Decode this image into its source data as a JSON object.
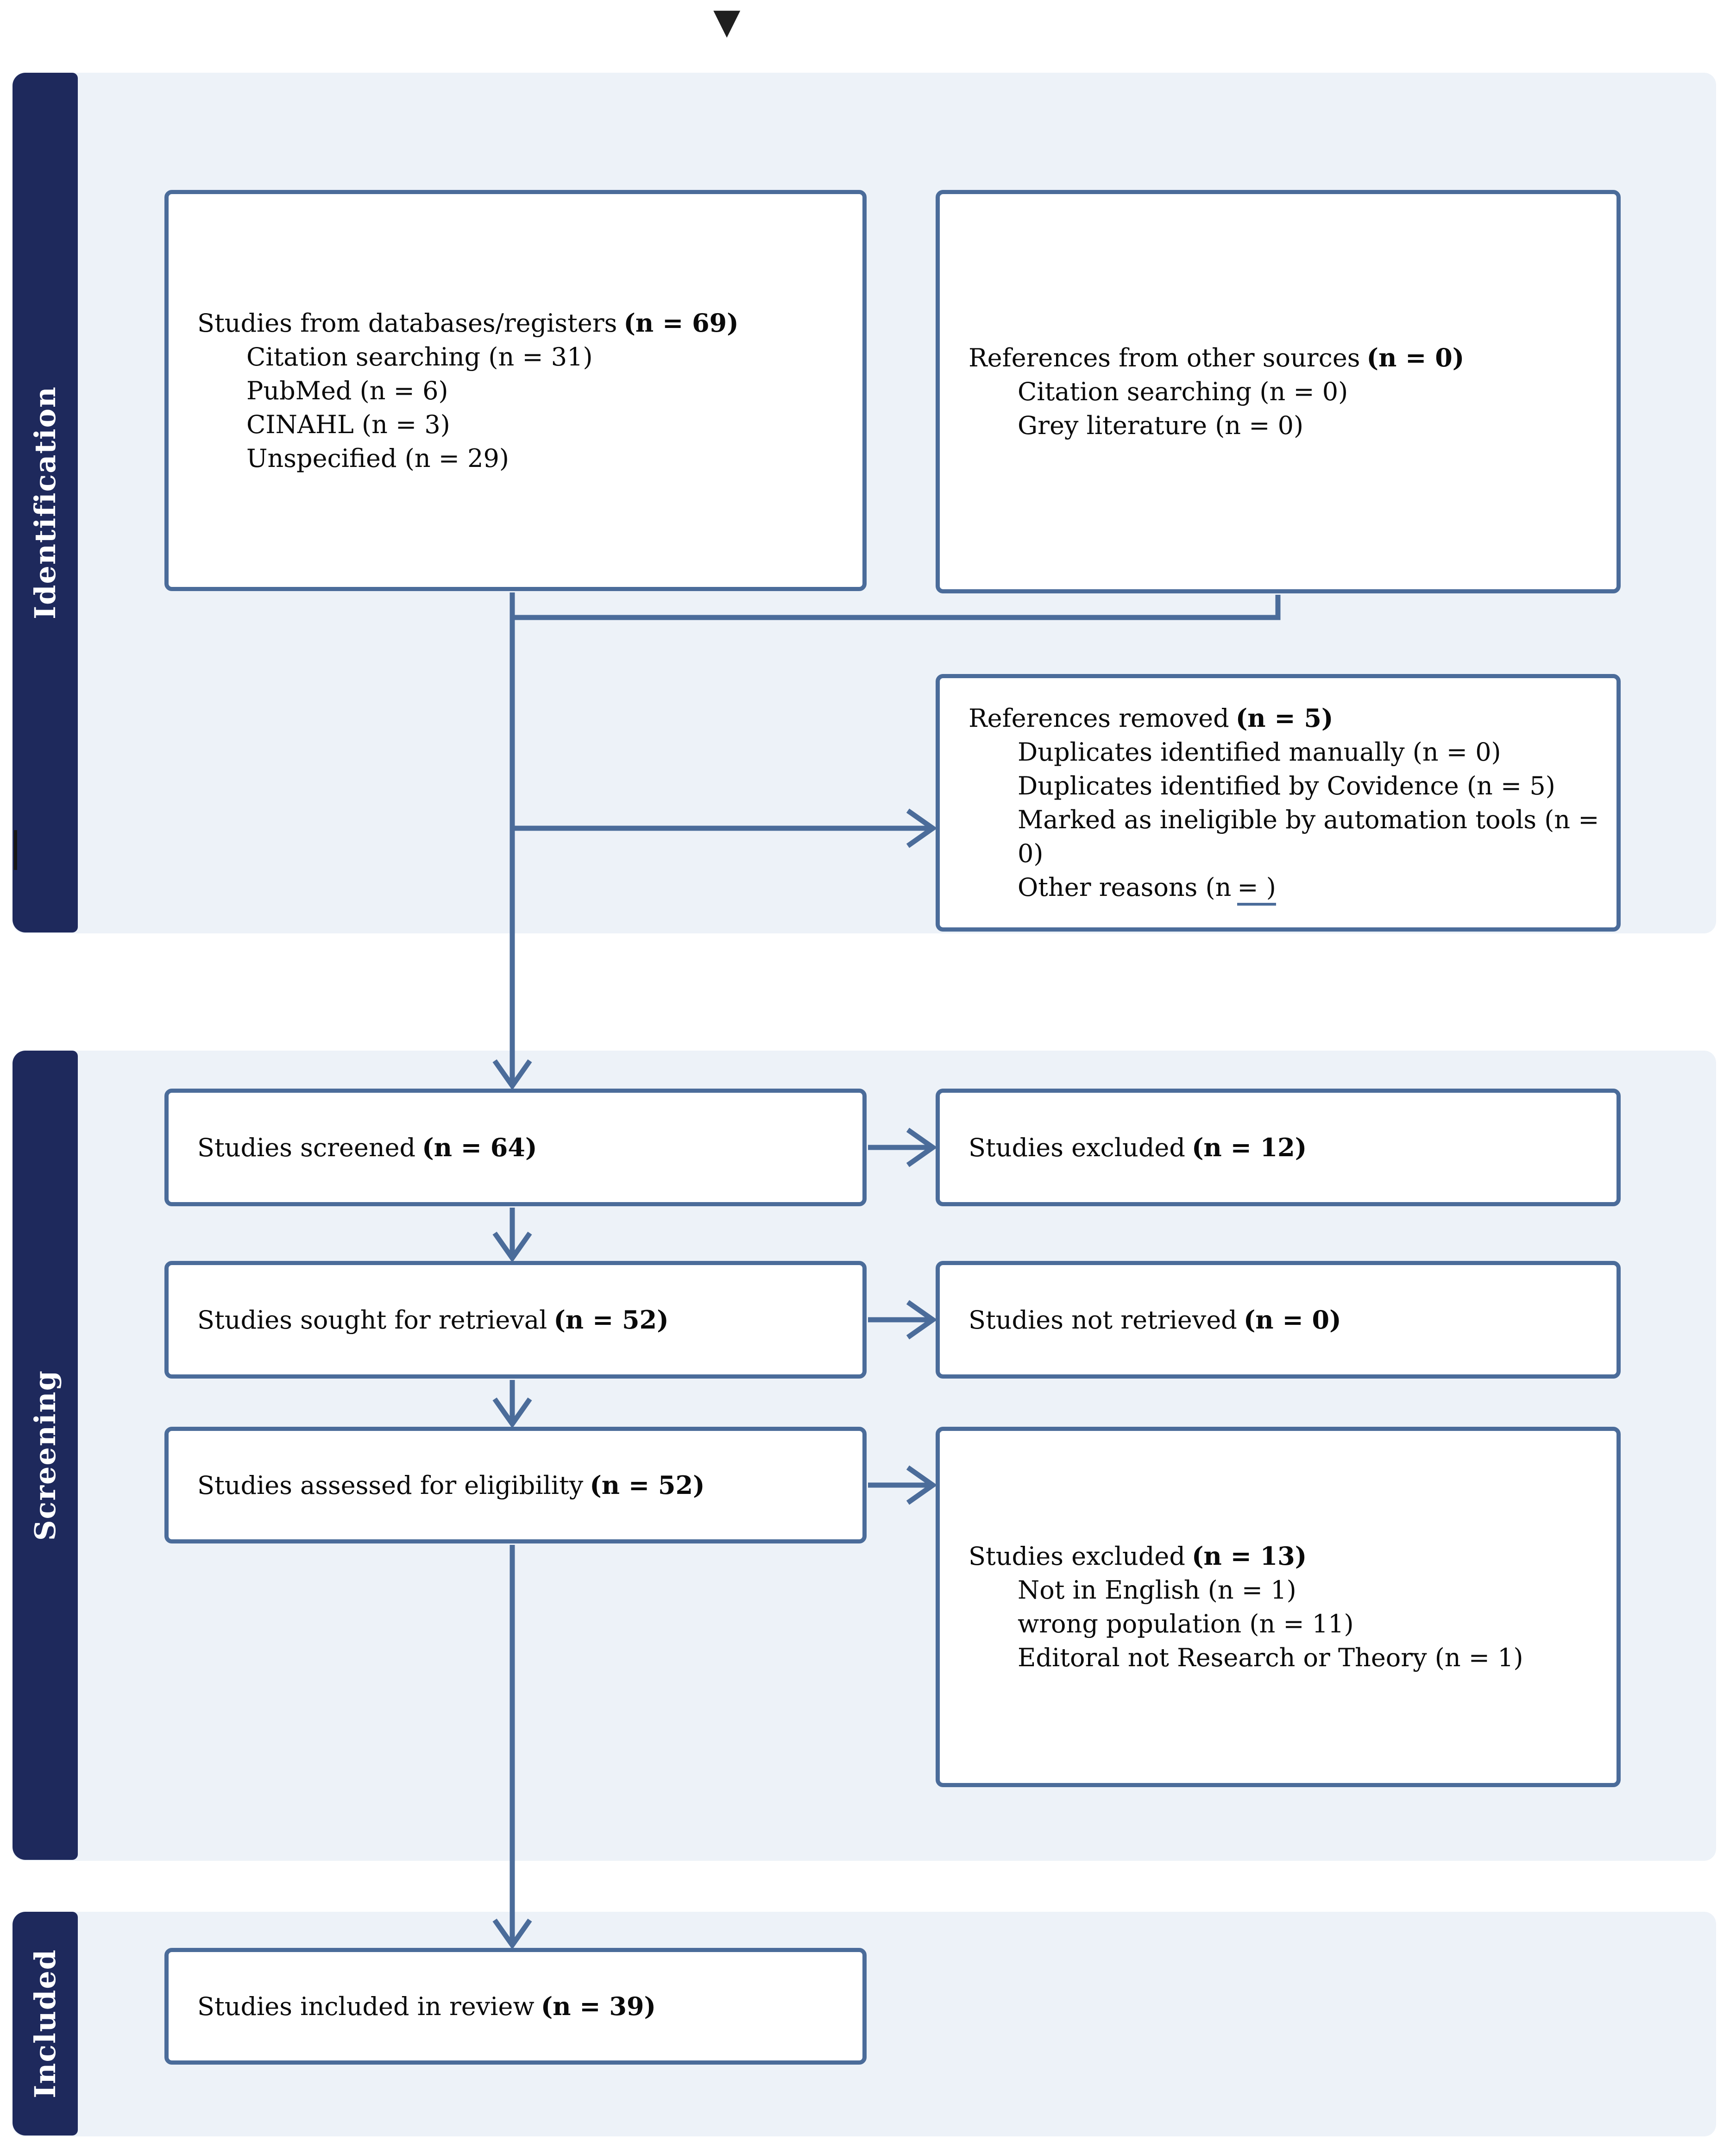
{
  "colors": {
    "accent": "#4b6c9a",
    "navy": "#1e295c",
    "band_background": "#edf2f8",
    "box_background": "#ffffff",
    "text": "#0a0a0a",
    "marker": "#1f1f1f"
  },
  "top_marker": {
    "glyph": "▼"
  },
  "sidebar": {
    "identification_label": "Identification",
    "screening_label": "Screening",
    "included_label": "Included"
  },
  "boxes": {
    "databases": {
      "title": "Studies from databases/registers",
      "n": "(n = 69)",
      "items": [
        "Citation searching (n = 31)",
        "PubMed (n = 6)",
        "CINAHL (n = 3)",
        "Unspecified (n = 29)"
      ]
    },
    "other_sources": {
      "title": "References from other sources",
      "n": "(n = 0)",
      "items": [
        "Citation searching (n = 0)",
        "Grey literature (n = 0)"
      ]
    },
    "references_removed": {
      "title": "References removed",
      "n": "(n = 5)",
      "items": [
        "Duplicates identified manually (n = 0)",
        "Duplicates identified by Covidence (n = 5)",
        "Marked as ineligible by automation tools (n =",
        "0)"
      ],
      "last_item": {
        "text": "Other reasons (n",
        "u": "= )"
      }
    },
    "screened": {
      "title": "Studies screened",
      "n": "(n = 64)"
    },
    "excluded_screening": {
      "title": "Studies excluded",
      "n": "(n = 12)"
    },
    "sought": {
      "title": "Studies sought for retrieval",
      "n": "(n = 52)"
    },
    "not_retrieved": {
      "title": "Studies not retrieved",
      "n": "(n = 0)"
    },
    "assessed": {
      "title": "Studies assessed for eligibility",
      "n": "(n = 52)"
    },
    "excluded_eligibility": {
      "title": "Studies excluded",
      "n": "(n = 13)",
      "items": [
        "Not in English (n = 1)",
        "wrong population (n = 11)",
        "Editoral not Research or Theory (n = 1)"
      ]
    },
    "included": {
      "title": "Studies included in review",
      "n": "(n = 39)"
    }
  }
}
